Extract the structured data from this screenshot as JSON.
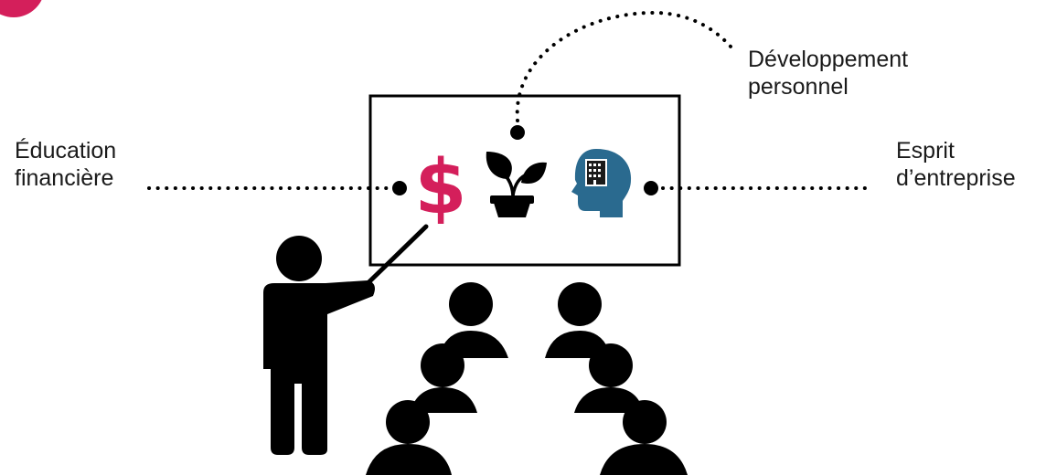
{
  "labels": {
    "education": {
      "line1": "Éducation",
      "line2": "financière"
    },
    "development": {
      "line1": "Développement",
      "line2": "personnel"
    },
    "entrepreneurship": {
      "line1": "Esprit",
      "line2": "d’entreprise"
    }
  },
  "icons": {
    "money": {
      "name": "dollar-icon",
      "glyph": "$",
      "color": "#d41f5b"
    },
    "growth": {
      "name": "plant-icon",
      "color": "#000000"
    },
    "mind": {
      "name": "head-building-icon",
      "color": "#2a6a8f"
    }
  },
  "colors": {
    "accent": "#d41f5b",
    "ink": "#000000",
    "text": "#1a1a1a",
    "head": "#2a6a8f"
  }
}
